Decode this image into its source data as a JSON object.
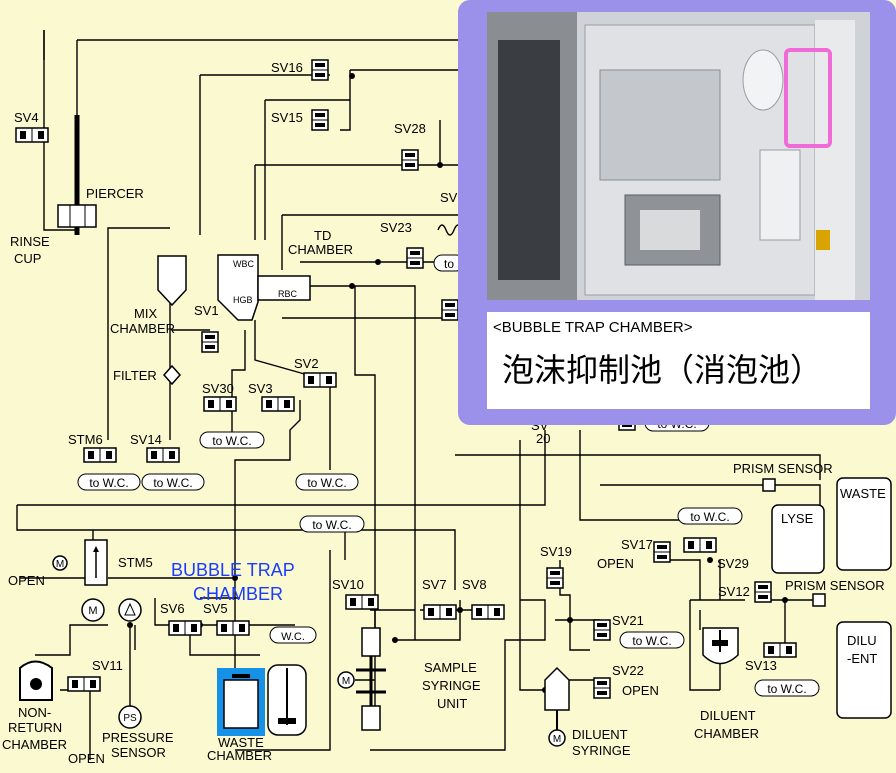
{
  "labels": {
    "sv4": "SV4",
    "piercer": "PIERCER",
    "rinse_cup_1": "RINSE",
    "rinse_cup_2": "CUP",
    "sv16": "SV16",
    "sv15": "SV15",
    "sv28": "SV28",
    "sv2x": "SV2",
    "td_chamber_1": "TD",
    "td_chamber_2": "CHAMBER",
    "sv23": "SV23",
    "wbc": "WBC",
    "hgb": "HGB",
    "rbc": "RBC",
    "mix_chamber_1": "MIX",
    "mix_chamber_2": "CHAMBER",
    "sv1": "SV1",
    "sv2": "SV2",
    "filter": "FILTER",
    "sv30": "SV30",
    "sv3": "SV3",
    "stm6": "STM6",
    "sv14": "SV14",
    "stm5": "STM5",
    "open": "OPEN",
    "bubble_trap_1": "BUBBLE TRAP",
    "bubble_trap_2": "CHAMBER",
    "sv10": "SV10",
    "sv7": "SV7",
    "sv8": "SV8",
    "sv6": "SV6",
    "sv5": "SV5",
    "sv11": "SV11",
    "non_return_1": "NON-",
    "non_return_2": "RETURN",
    "non_return_3": "CHAMBER",
    "pressure_sensor_1": "PRESSURE",
    "pressure_sensor_2": "SENSOR",
    "waste_chamber_1": "WASTE",
    "waste_chamber_2": "CHAMBER",
    "sample_syringe_1": "SAMPLE",
    "sample_syringe_2": "SYRINGE",
    "sample_syringe_3": "UNIT",
    "sv20_1": "SV",
    "sv20_2": "20",
    "prism_sensor": "PRISM SENSOR",
    "waste": "WASTE",
    "lyse": "LYSE",
    "sv17": "SV17",
    "sv29": "SV29",
    "sv19": "SV19",
    "sv12": "SV12",
    "sv21": "SV21",
    "sv22": "SV22",
    "sv13": "SV13",
    "dilu_1": "DILU",
    "dilu_2": "-ENT",
    "diluent_syringe_1": "DILUENT",
    "diluent_syringe_2": "SYRINGE",
    "diluent_chamber_1": "DILUENT",
    "diluent_chamber_2": "CHAMBER",
    "to_wc": "to W.C.",
    "to_short": "to",
    "wc": "W.C.",
    "motor": "M",
    "ps": "PS"
  },
  "callout": {
    "caption": "<BUBBLE TRAP CHAMBER>",
    "chinese": "泡沫抑制池（消泡池）"
  },
  "colors": {
    "background": "#fbf9cf",
    "callout_border": "#8c80e0",
    "highlight_blue": "#1a3cff",
    "waste_blue": "#1592e8",
    "photo_highlight": "#f06bd8"
  }
}
